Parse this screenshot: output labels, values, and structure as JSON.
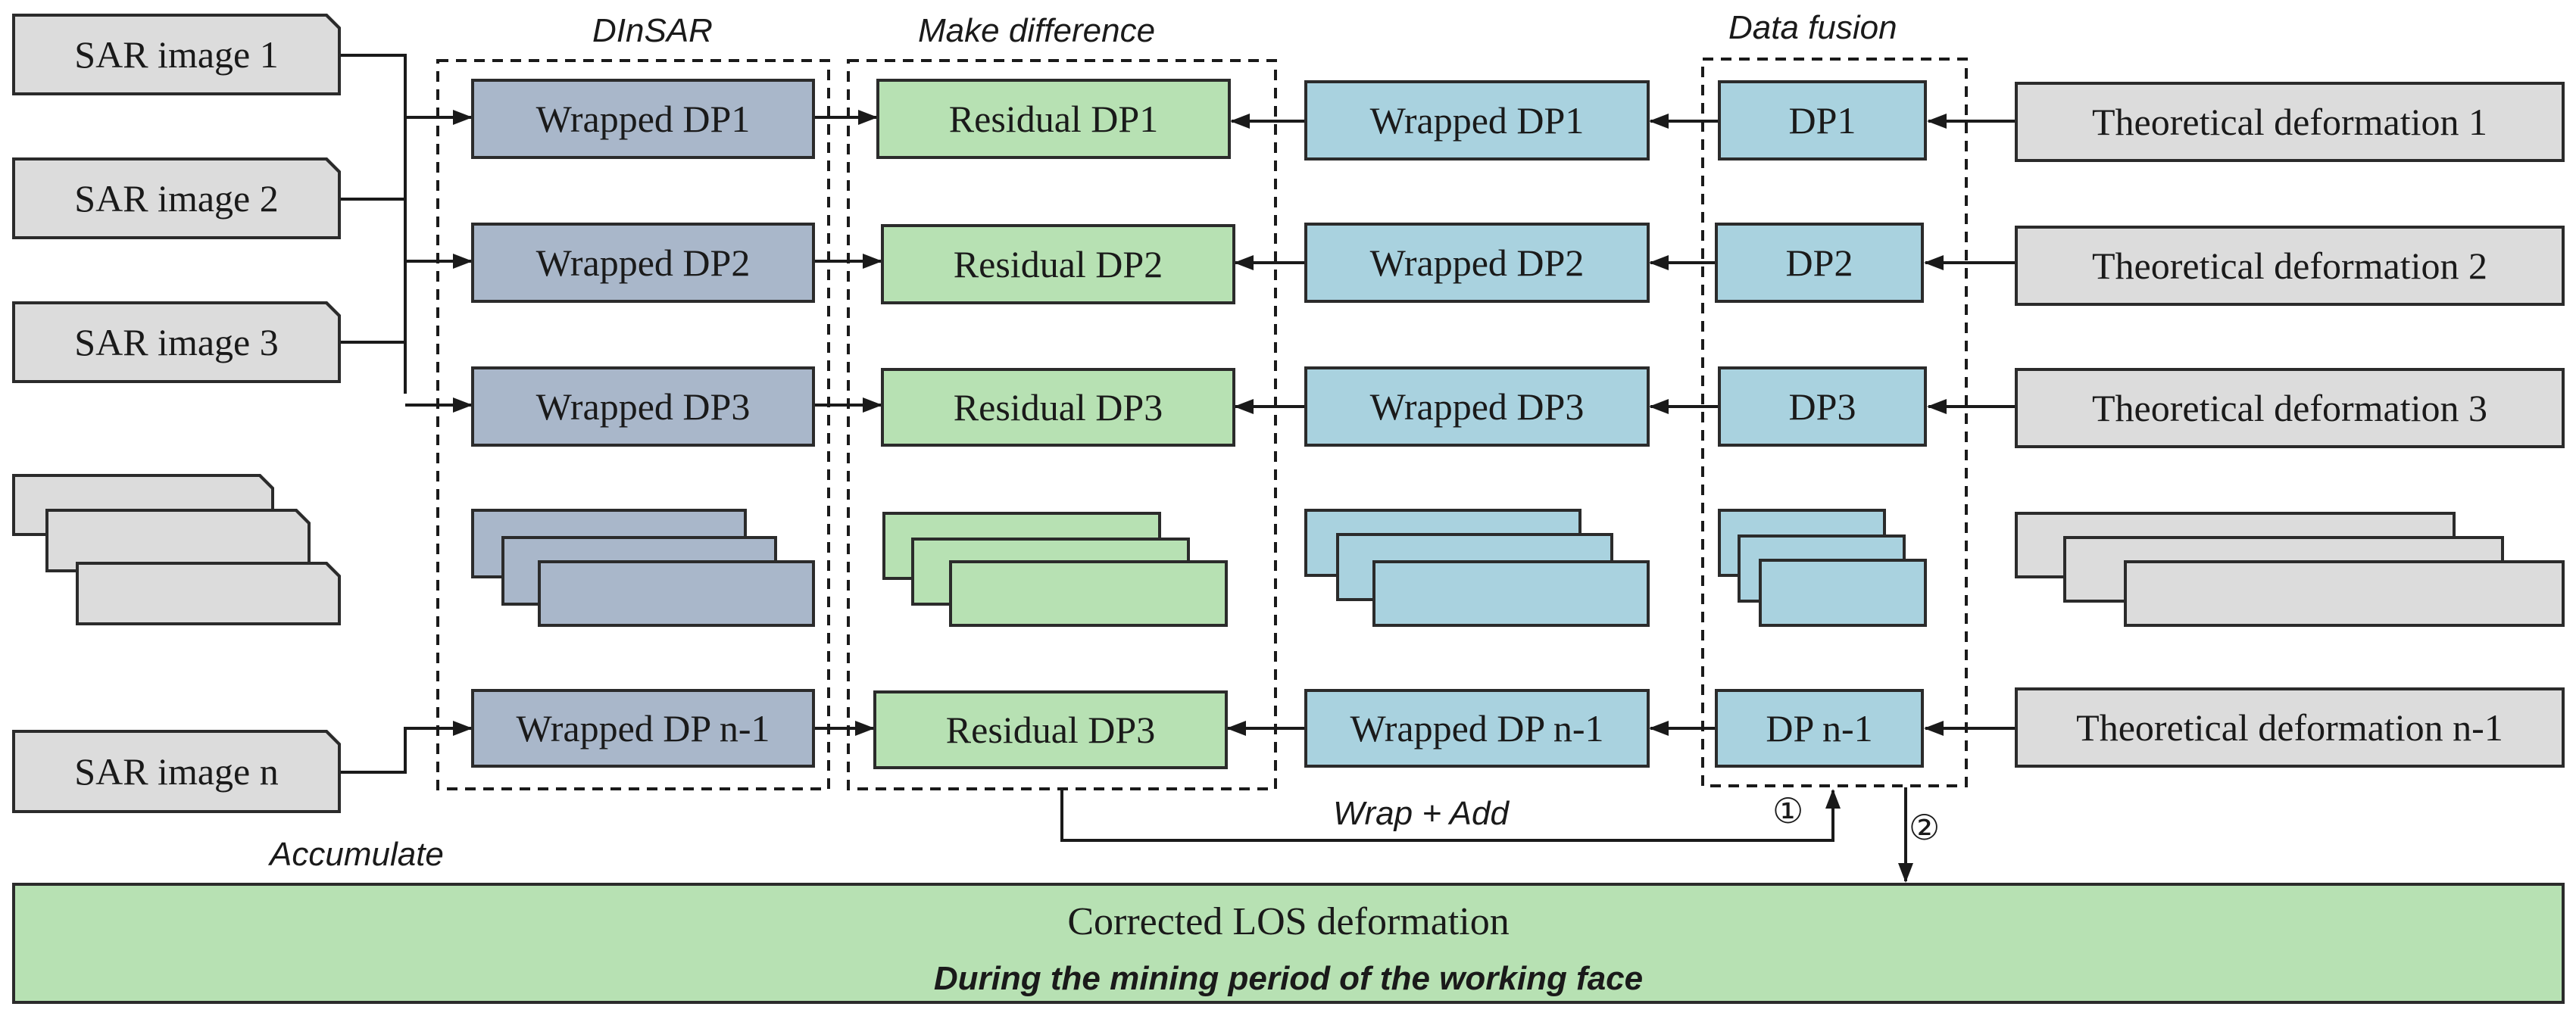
{
  "groups": {
    "dinsar": "DInSAR",
    "make_difference": "Make difference",
    "data_fusion": "Data fusion"
  },
  "sar_images": [
    "SAR image 1",
    "SAR image 2",
    "SAR image 3",
    "SAR image n"
  ],
  "wrapped_dp_left": [
    "Wrapped DP1",
    "Wrapped DP2",
    "Wrapped DP3",
    "Wrapped DP n-1"
  ],
  "residual_dp": [
    "Residual DP1",
    "Residual DP2",
    "Residual DP3",
    "Residual DP3"
  ],
  "wrapped_dp_right": [
    "Wrapped DP1",
    "Wrapped DP2",
    "Wrapped DP3",
    "Wrapped DP n-1"
  ],
  "dp": [
    "DP1",
    "DP2",
    "DP3",
    "DP n-1"
  ],
  "theoretical": [
    "Theoretical deformation 1",
    "Theoretical deformation 2",
    "Theoretical deformation 3",
    "Theoretical deformation n-1"
  ],
  "labels": {
    "wrap_add": "Wrap + Add",
    "accumulate": "Accumulate",
    "step1": "①",
    "step2": "②"
  },
  "output": {
    "title": "Corrected LOS deformation",
    "subtitle": "During the mining period of the working face"
  },
  "colors": {
    "slate": "#a9b7ca",
    "green": "#b7e1b3",
    "blue": "#a9d2df",
    "gray": "#dcdcdc"
  }
}
